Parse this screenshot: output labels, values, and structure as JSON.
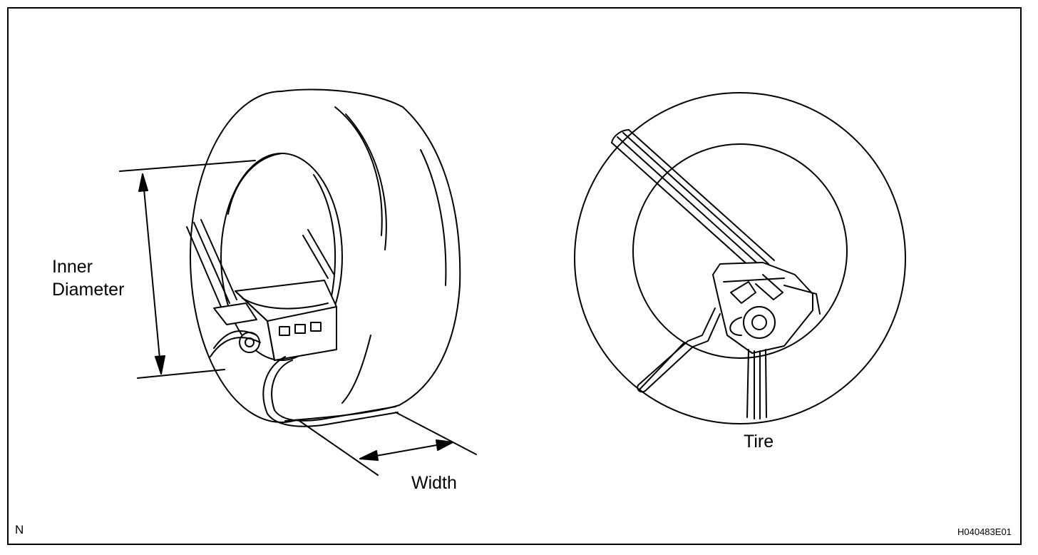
{
  "labels": {
    "inner_diameter_line1": "Inner",
    "inner_diameter_line2": "Diameter",
    "width": "Width",
    "tire": "Tire",
    "corner_mark": "N",
    "figure_code": "H040483E01"
  },
  "colors": {
    "line": "#000000",
    "background": "#ffffff"
  }
}
